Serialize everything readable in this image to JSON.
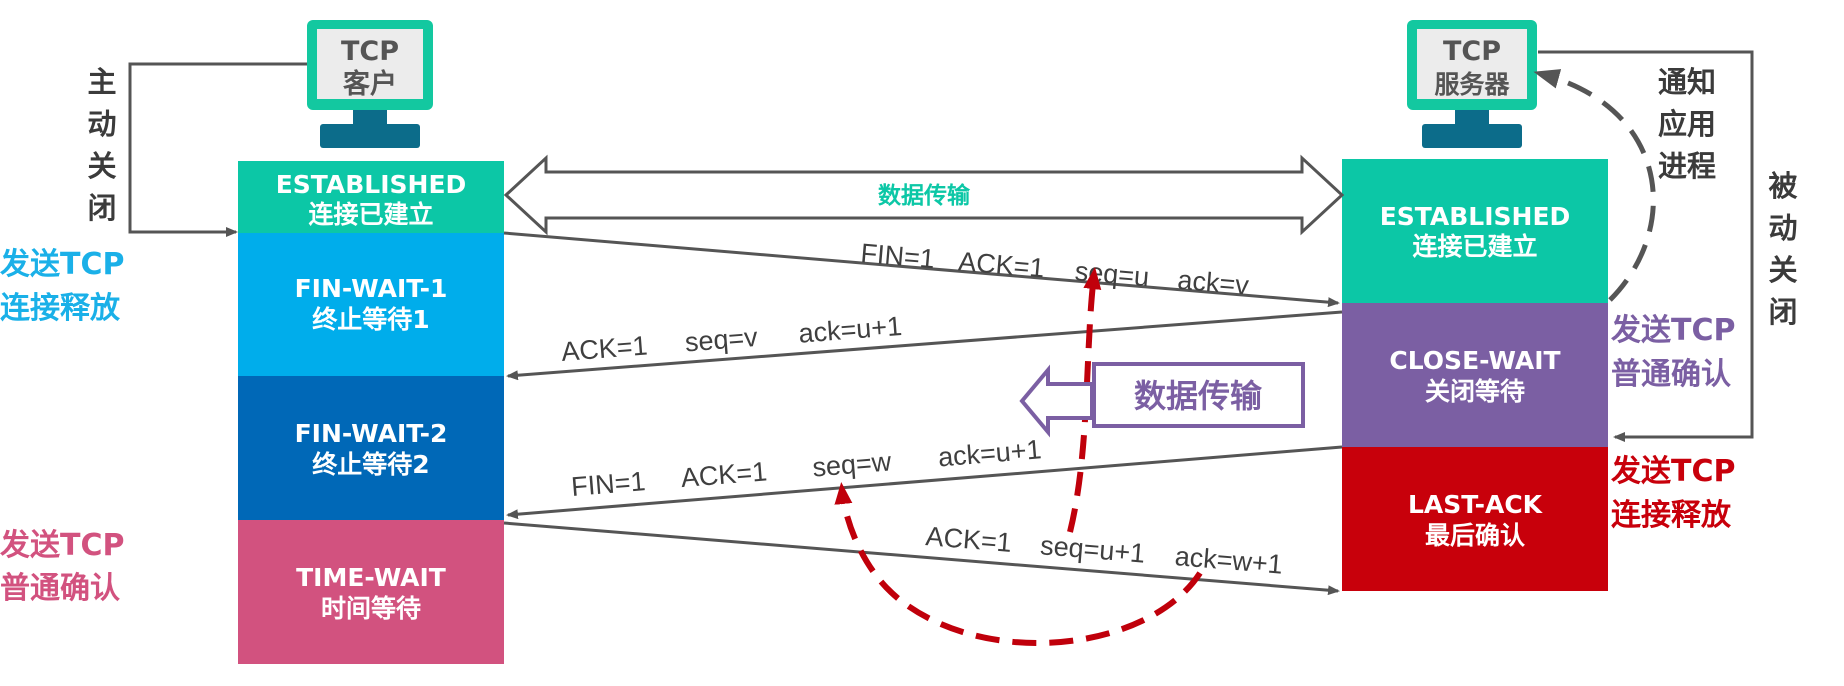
{
  "client": {
    "computer_label": [
      "TCP",
      "客户"
    ],
    "states": [
      {
        "en": "ESTABLISHED",
        "cn": "连接已建立",
        "color": "#0cc7a6"
      },
      {
        "en": "FIN-WAIT-1",
        "cn": "终止等待1",
        "color": "#00adeb"
      },
      {
        "en": "FIN-WAIT-2",
        "cn": "终止等待2",
        "color": "#0068b7"
      },
      {
        "en": "TIME-WAIT",
        "cn": "时间等待",
        "color": "#d2527f"
      }
    ],
    "active_close": [
      "主",
      "动",
      "关",
      "闭"
    ],
    "label_release": [
      "发送TCP",
      "连接释放"
    ],
    "label_ack": [
      "发送TCP",
      "普通确认"
    ]
  },
  "server": {
    "computer_label": [
      "TCP",
      "服务器"
    ],
    "states": [
      {
        "en": "ESTABLISHED",
        "cn": "连接已建立",
        "color": "#0cc7a6"
      },
      {
        "en": "CLOSE-WAIT",
        "cn": "关闭等待",
        "color": "#7b5fa3"
      },
      {
        "en": "LAST-ACK",
        "cn": "最后确认",
        "color": "#c8000b"
      }
    ],
    "notify_app": [
      "通",
      "知",
      "应",
      "用",
      "进",
      "程"
    ],
    "notify_lines": [
      "通知",
      "应用",
      "进程"
    ],
    "passive_close": [
      "被",
      "动",
      "关",
      "闭"
    ],
    "label_ack": [
      "发送TCP",
      "普通确认"
    ],
    "label_release": [
      "发送TCP",
      "连接释放"
    ]
  },
  "data_transfer_label": "数据传输",
  "data_transfer_box_label": "数据传输",
  "messages": {
    "m1": {
      "a": "FIN=1",
      "b": "ACK=1",
      "c": "seq=u",
      "d": "ack=v"
    },
    "m2": {
      "a": "ACK=1",
      "b": "seq=v",
      "c": "ack=u+1"
    },
    "m3": {
      "a": "FIN=1",
      "b": "ACK=1",
      "c": "seq=w",
      "d": "ack=u+1"
    },
    "m4": {
      "a": "ACK=1",
      "b": "seq=u+1",
      "c": "ack=w+1"
    }
  },
  "colors": {
    "cyan_text": "#1ab0e8",
    "pink_text": "#d2527f",
    "purple_text": "#7b5fa3",
    "red_text": "#c8000b",
    "teal_text": "#0cc7a6",
    "monitor": "#13c8a0"
  }
}
